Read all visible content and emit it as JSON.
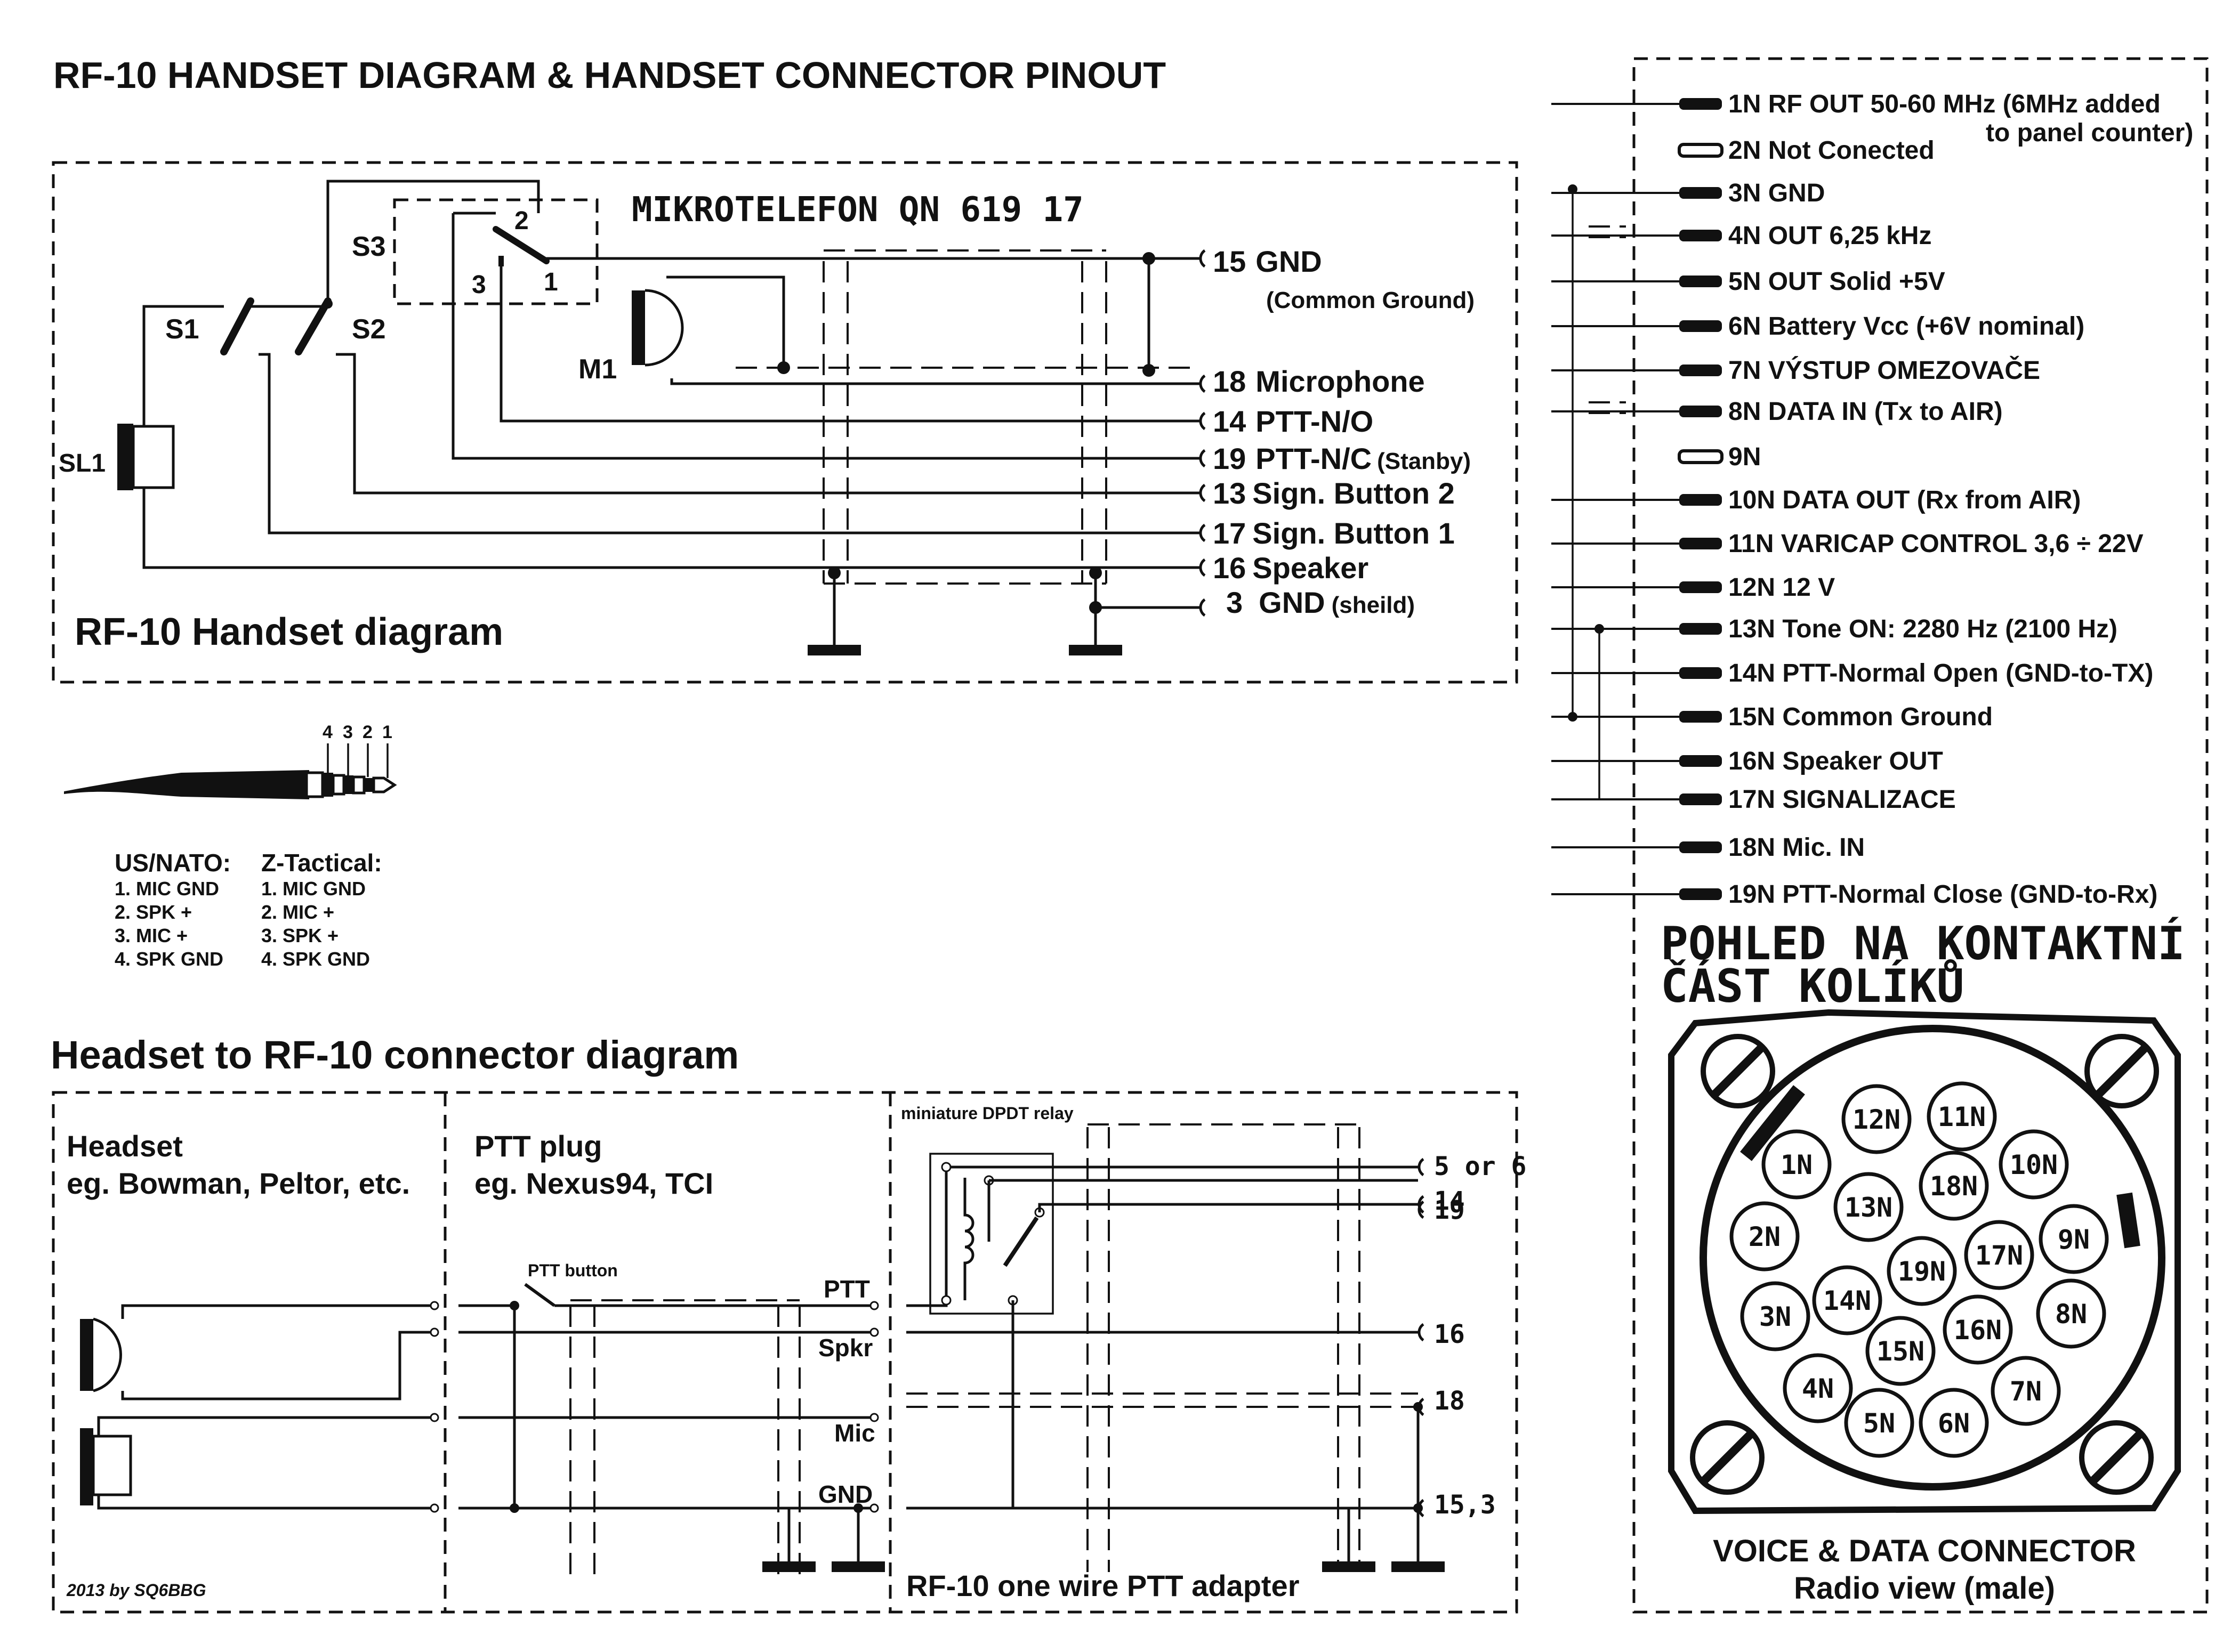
{
  "main_title": "RF-10 HANDSET DIAGRAM & HANDSET CONNECTOR PINOUT",
  "handset": {
    "model": "MIKROTELEFON  QN  619 17",
    "caption": "RF-10 Handset diagram",
    "components": {
      "s1": "S1",
      "s2": "S2",
      "s3": "S3",
      "sl1": "SL1",
      "m1": "M1",
      "sw_2": "2",
      "sw_3": "3",
      "sw_1": "1"
    },
    "pins": [
      {
        "num": "15",
        "label": "GND"
      },
      {
        "num": "18",
        "label": "Microphone"
      },
      {
        "num": "14",
        "label": "PTT-N/O"
      },
      {
        "num": "19",
        "label": "PTT-N/C",
        "note": "(Stanby)"
      },
      {
        "num": "13",
        "label": "Sign. Button 2"
      },
      {
        "num": "17",
        "label": "Sign. Button 1"
      },
      {
        "num": "16",
        "label": "Speaker"
      },
      {
        "num": "3",
        "label": "GND",
        "note": "(sheild)"
      }
    ],
    "gnd_note": "(Common Ground)"
  },
  "jack": {
    "numbers": [
      "4",
      "3",
      "2",
      "1"
    ],
    "us_nato": {
      "title": "US/NATO:",
      "items": [
        "1. MIC GND",
        "2. SPK +",
        "3. MIC +",
        "4. SPK GND"
      ]
    },
    "z_tactical": {
      "title": "Z-Tactical:",
      "items": [
        "1. MIC GND",
        "2. MIC +",
        "3. SPK +",
        "4. SPK GND"
      ]
    }
  },
  "headset_diagram": {
    "title": "Headset to RF-10 connector diagram",
    "headset_label": "Headset",
    "headset_sub": "eg. Bowman, Peltor, etc.",
    "ptt_label": "PTT plug",
    "ptt_sub": "eg. Nexus94, TCI",
    "ptt_button": "PTT button",
    "relay_label": "miniature DPDT relay",
    "adapter_label": "RF-10 one wire PTT adapter",
    "lines": [
      "PTT",
      "Spkr",
      "Mic",
      "GND"
    ],
    "outputs": [
      "5 or 6",
      "14",
      "19",
      "16",
      "18",
      "15,3"
    ],
    "credit": "2013 by SQ6BBG"
  },
  "connector": {
    "pins": [
      {
        "id": "1N",
        "text": "RF OUT 50-60 MHz (6MHz added",
        "text2": "to panel counter)"
      },
      {
        "id": "2N",
        "text": "Not Conected"
      },
      {
        "id": "3N",
        "text": "GND"
      },
      {
        "id": "4N",
        "text": "OUT 6,25 kHz"
      },
      {
        "id": "5N",
        "text": "OUT Solid +5V"
      },
      {
        "id": "6N",
        "text": "Battery Vcc (+6V nominal)"
      },
      {
        "id": "7N",
        "text": "VÝSTUP OMEZOVAČE"
      },
      {
        "id": "8N",
        "text": "DATA IN (Tx to AIR)"
      },
      {
        "id": "9N",
        "text": ""
      },
      {
        "id": "10N",
        "text": "DATA OUT (Rx from AIR)"
      },
      {
        "id": "11N",
        "text": "VARICAP CONTROL 3,6 ÷ 22V"
      },
      {
        "id": "12N",
        "text": "12  V"
      },
      {
        "id": "13N",
        "text": "Tone ON:  2280 Hz (2100 Hz)"
      },
      {
        "id": "14N",
        "text": "PTT-Normal Open (GND-to-TX)"
      },
      {
        "id": "15N",
        "text": "Common Ground"
      },
      {
        "id": "16N",
        "text": "Speaker OUT"
      },
      {
        "id": "17N",
        "text": "SIGNALIZACE"
      },
      {
        "id": "18N",
        "text": "Mic. IN"
      },
      {
        "id": "19N",
        "text": "PTT-Normal Close (GND-to-Rx)"
      }
    ],
    "view_title_1": "POHLED NA KONTAKTNÍ",
    "view_title_2": "ČÁST KOLÍKŮ",
    "face_pins": [
      "12N",
      "11N",
      "1N",
      "10N",
      "13N",
      "18N",
      "2N",
      "9N",
      "17N",
      "19N",
      "3N",
      "14N",
      "8N",
      "16N",
      "15N",
      "4N",
      "7N",
      "5N",
      "6N"
    ],
    "caption_1": "VOICE & DATA CONNECTOR",
    "caption_2": "Radio view (male)"
  }
}
